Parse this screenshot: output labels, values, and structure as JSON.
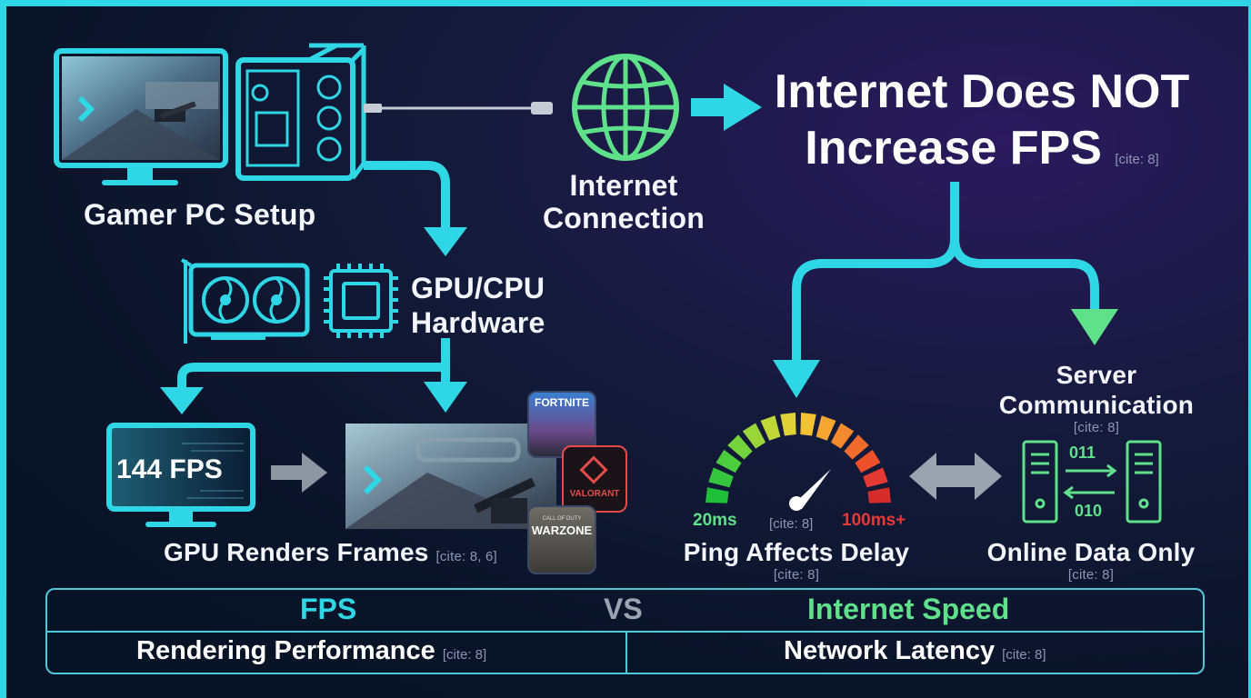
{
  "title": {
    "line1": "Internet Does NOT",
    "line2": "Increase FPS",
    "cite": "[cite: 8]"
  },
  "labels": {
    "gamer_pc": "Gamer PC Setup",
    "internet_line1": "Internet",
    "internet_line2": "Connection",
    "gpu_cpu_line1": "GPU/CPU",
    "gpu_cpu_line2": "Hardware",
    "fps_display": "144 FPS",
    "gpu_renders": "GPU Renders Frames",
    "gpu_renders_cite": "[cite: 8, 6]",
    "server_line1": "Server",
    "server_line2": "Communication",
    "server_cite": "[cite: 8]",
    "ping_low": "20ms",
    "ping_high": "100ms+",
    "ping_cite": "[cite: 8]",
    "ping_affects": "Ping Affects Delay",
    "ping_affects_cite": "[cite: 8]",
    "online_data": "Online Data Only",
    "online_data_cite": "[cite: 8]",
    "bits_top": "011",
    "bits_bottom": "010"
  },
  "games": {
    "fortnite": "FORTNITE",
    "valorant": "VALORANT",
    "warzone_small": "CALL OF DUTY",
    "warzone": "WARZONE"
  },
  "table": {
    "left_header": "FPS",
    "vs": "VS",
    "right_header": "Internet Speed",
    "left_value": "Rendering Performance",
    "left_cite": "[cite: 8]",
    "right_value": "Network Latency",
    "right_cite": "[cite: 8]"
  },
  "colors": {
    "accent_cyan": "#2fd6e6",
    "accent_green": "#5fe08a",
    "gauge_low": "#2ecc40",
    "gauge_high": "#e53935"
  },
  "icons": [
    "monitor-icon",
    "pc-case-icon",
    "cable-icon",
    "globe-icon",
    "gpu-card-icon",
    "cpu-chip-icon",
    "speedometer-icon",
    "server-icon",
    "double-arrow-icon"
  ]
}
